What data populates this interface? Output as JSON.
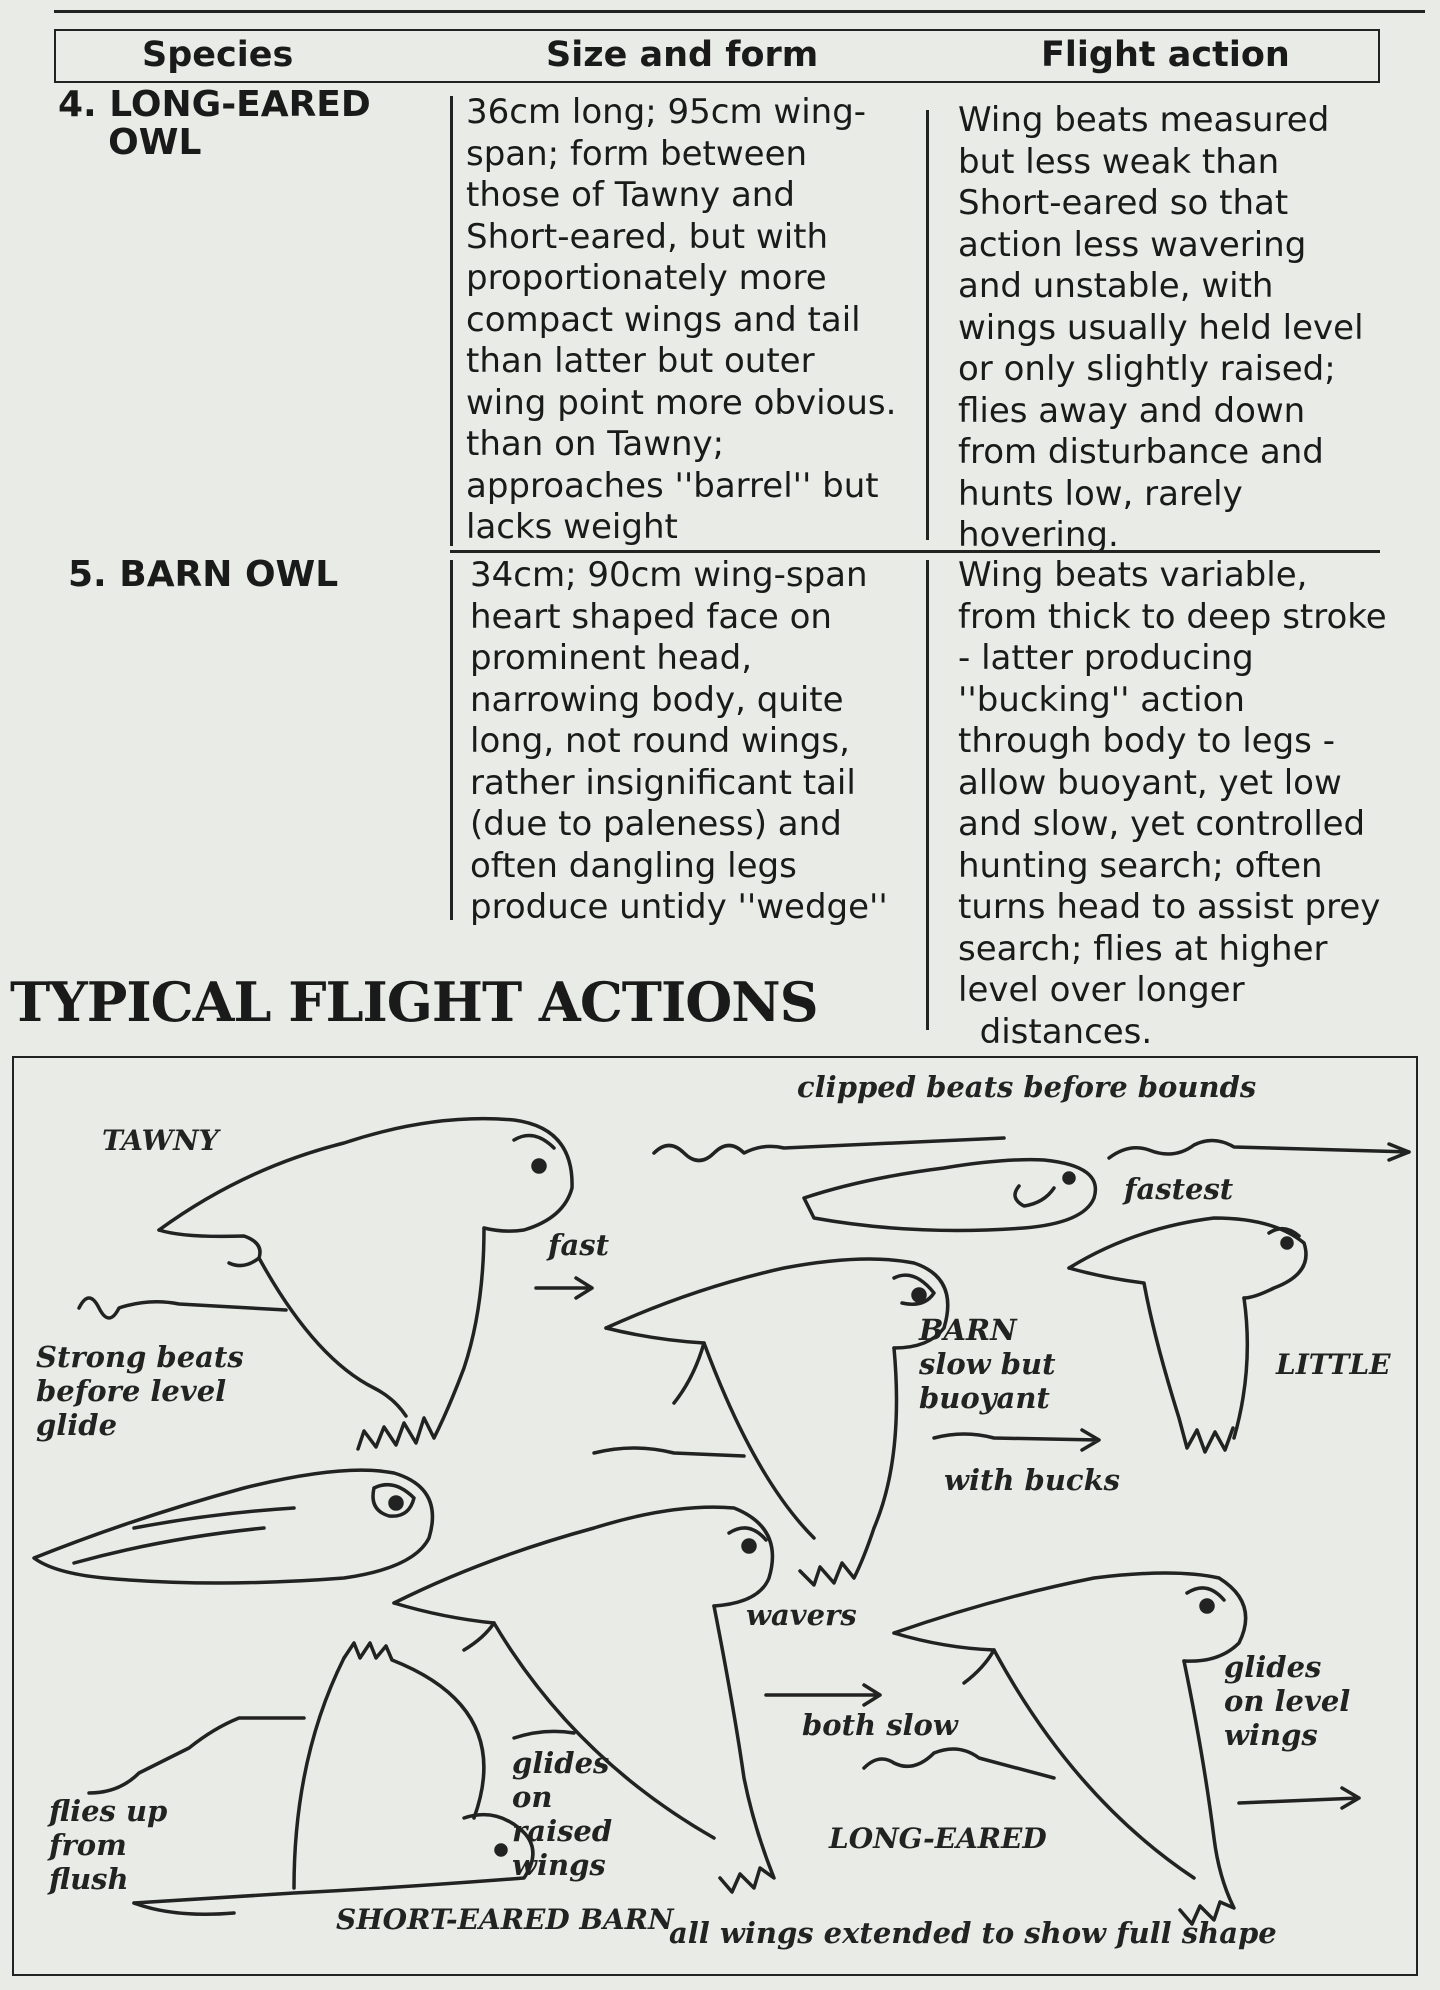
{
  "table": {
    "headers": {
      "species": "Species",
      "size": "Size and form",
      "flight": "Flight action"
    },
    "rows": [
      {
        "species": "4. LONG-EARED\n    OWL",
        "size": "36cm long; 95cm wing-\nspan; form between\nthose of Tawny and\nShort-eared, but with\nproportionately more\ncompact wings and tail\nthan latter but outer\nwing point more obvious.\nthan on Tawny;\napproaches ''barrel'' but\nlacks weight",
        "flight": "Wing beats measured\nbut less weak than\nShort-eared so that\naction less wavering\nand unstable, with\nwings usually held level\nor only slightly raised;\nflies away and down\nfrom disturbance and\nhunts low, rarely\nhovering."
      },
      {
        "species": "5. BARN OWL",
        "size": "34cm; 90cm wing-span\nheart shaped face on\nprominent head,\nnarrowing body, quite\nlong, not round wings,\nrather insignificant tail\n(due to paleness) and\noften dangling legs\nproduce untidy ''wedge''",
        "flight": "Wing beats variable,\nfrom thick to deep stroke\n- latter producing\n''bucking'' action\nthrough body to legs -\nallow buoyant, yet low\nand slow, yet controlled\nhunting search; often\nturns head to assist prey\nsearch; flies at higher\nlevel over longer\n  distances."
      }
    ]
  },
  "section_title": "TYPICAL FLIGHT ACTIONS",
  "illustration": {
    "labels": {
      "clipped": "clipped beats before bounds",
      "tawny": "TAWNY",
      "fastest": "fastest",
      "fast": "fast",
      "strong": "Strong beats\nbefore level\nglide",
      "barn_slow": "BARN\nslow but\nbuoyant",
      "little": "LITTLE",
      "bucks": "with bucks",
      "wavers": "wavers",
      "glides_level": "glides\non level\nwings",
      "both_slow": "both slow",
      "glides_raised": "glides\non\nraised\nwings",
      "flies_up": "flies up\nfrom\nflush",
      "long_eared": "LONG-EARED",
      "short_eared_barn": "SHORT-EARED BARN",
      "all_wings": "all wings extended to show full shape"
    }
  }
}
